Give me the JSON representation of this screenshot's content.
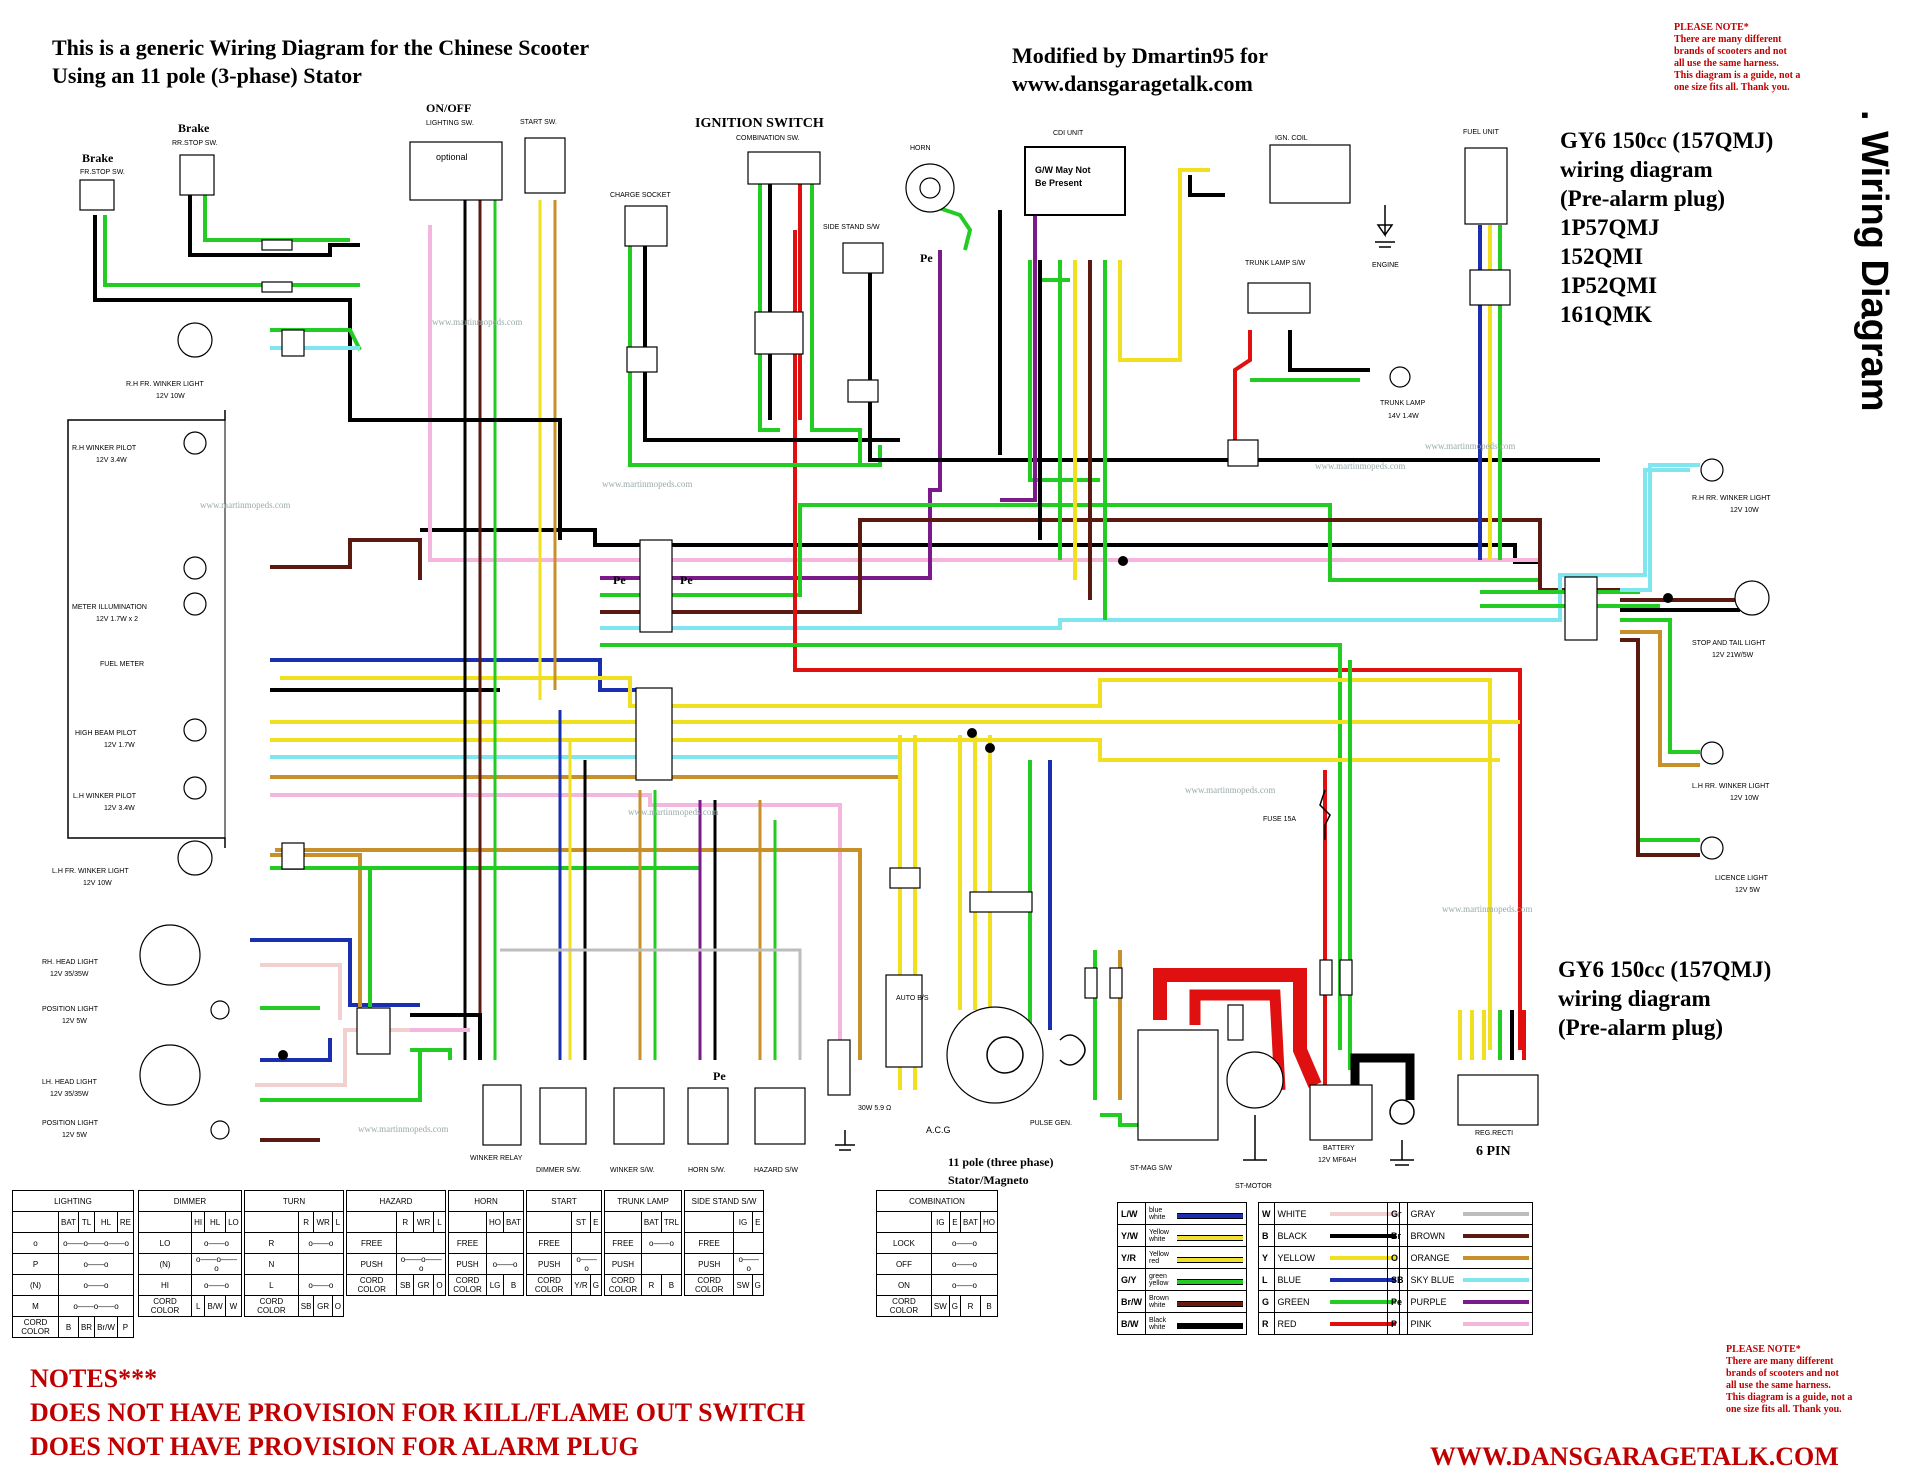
{
  "header": {
    "title_line1": "This is a generic Wiring Diagram for the Chinese Scooter",
    "title_line2": "Using an 11 pole (3-phase) Stator",
    "modified_line1": "Modified by Dmartin95 for",
    "modified_line2": "www.dansgaragetalk.com",
    "side_title": ". Wiring Diagram"
  },
  "note_top": {
    "title": "PLEASE NOTE*",
    "lines": [
      "There are many different",
      "brands of scooters and not",
      "all use the same harness.",
      "This diagram is a guide, not a",
      "one size fits all. Thank you."
    ]
  },
  "models": [
    "GY6 150cc (157QMJ)",
    "wiring diagram",
    "(Pre-alarm plug)",
    "1P57QMJ",
    "152QMI",
    "1P52QMI",
    "161QMK"
  ],
  "model_bottom": [
    "GY6 150cc (157QMJ)",
    "wiring diagram",
    "(Pre-alarm plug)"
  ],
  "notes_bottom": {
    "title": "NOTES***",
    "line1": "DOES NOT HAVE PROVISION FOR KILL/FLAME OUT SWITCH",
    "line2": "DOES NOT HAVE PROVISION FOR ALARM PLUG"
  },
  "footer_url": "WWW.DANSGARAGETALK.COM",
  "watermark": "www.martinmopeds.com",
  "components": {
    "brake_left": "Brake",
    "brake_left_sub": "FR.STOP SW.",
    "brake_right": "Brake",
    "brake_right_sub": "RR.STOP SW.",
    "onoff": "ON/OFF",
    "lighting_sw": "LIGHTING SW.",
    "optional": "optional",
    "start_sw": "START SW.",
    "ignition_switch": "IGNITION SWITCH",
    "combination_sw": "COMBINATION SW.",
    "charge_socket": "CHARGE SOCKET",
    "horn": "HORN",
    "side_stand": "SIDE STAND S/W",
    "cdi_unit": "CDI UNIT",
    "cdi_note1": "G/W May Not",
    "cdi_note2": "Be Present",
    "ign_coil": "IGN. COIL",
    "engine": "ENGINE",
    "fuel_unit": "FUEL UNIT",
    "trunk_lamp_sw": "TRUNK LAMP S/W",
    "trunk_lamp": "TRUNK LAMP",
    "trunk_lamp_rating": "14V 1.4W",
    "rh_fr_winker": "R.H FR. WINKER LIGHT",
    "rh_fr_winker_rating": "12V 10W",
    "rh_winker_pilot": "R.H WINKER PILOT",
    "rh_winker_pilot_rating": "12V 3.4W",
    "meter_illum": "METER ILLUMINATION",
    "meter_illum_rating": "12V 1.7W x 2",
    "fuel_meter": "FUEL METER",
    "high_beam": "HIGH BEAM PILOT",
    "high_beam_rating": "12V 1.7W",
    "lh_winker_pilot": "L.H WINKER PILOT",
    "lh_winker_pilot_rating": "12V 3.4W",
    "lh_fr_winker": "L.H FR. WINKER LIGHT",
    "lh_fr_winker_rating": "12V 10W",
    "rh_head": "RH. HEAD LIGHT",
    "rh_head_rating": "12V 35/35W",
    "position_light": "POSITION LIGHT",
    "position_light_rating": "12V 5W",
    "lh_head": "LH. HEAD LIGHT",
    "lh_head_rating": "12V 35/35W",
    "winker_relay": "WINKER RELAY",
    "dimmer_sw": "DIMMER S/W.",
    "winker_sw": "WINKER S/W.",
    "horn_sw": "HORN S/W.",
    "hazard_sw": "HAZARD S/W",
    "rh_rr_winker": "R.H RR. WINKER LIGHT",
    "rh_rr_winker_rating": "12V 10W",
    "stop_tail": "STOP AND TAIL LIGHT",
    "stop_tail_rating": "12V 21W/5W",
    "lh_rr_winker": "L.H RR. WINKER LIGHT",
    "lh_rr_winker_rating": "12V 10W",
    "licence": "LICENCE LIGHT",
    "licence_rating": "12V 5W",
    "fuse": "FUSE 15A",
    "auto_bs": "AUTO B/S",
    "resistor": "30W 5.9 Ω",
    "acg": "A.C.G",
    "stator1": "11 pole (three phase)",
    "stator2": "Stator/Magneto",
    "pulse_gen": "PULSE GEN.",
    "st_mag": "ST-MAG S/W",
    "st_motor": "ST-MOTOR",
    "battery": "BATTERY",
    "battery_rating": "12V MF6AH",
    "reg_recti": "REG.RECTI",
    "six_pin": "6 PIN",
    "pe": "Pe"
  },
  "tables": {
    "lighting": {
      "title": "LIGHTING",
      "cols": [
        "",
        "BAT",
        "TL",
        "HL",
        "RE"
      ],
      "rows": [
        "o",
        "P",
        "(N)",
        "M"
      ],
      "cord": [
        "CORD COLOR",
        "B",
        "BR",
        "Br/W",
        "P"
      ]
    },
    "dimmer": {
      "title": "DIMMER",
      "cols": [
        "",
        "HI",
        "HL",
        "LO"
      ],
      "rows": [
        "LO",
        "(N)",
        "HI"
      ],
      "cord": [
        "CORD COLOR",
        "L",
        "B/W",
        "W"
      ]
    },
    "turn": {
      "title": "TURN",
      "cols": [
        "",
        "R",
        "WR",
        "L"
      ],
      "rows": [
        "R",
        "N",
        "L"
      ],
      "cord": [
        "CORD COLOR",
        "SB",
        "GR",
        "O"
      ]
    },
    "hazard": {
      "title": "HAZARD",
      "cols": [
        "",
        "R",
        "WR",
        "L"
      ],
      "rows": [
        "FREE",
        "PUSH"
      ],
      "cord": [
        "CORD COLOR",
        "SB",
        "GR",
        "O"
      ]
    },
    "horn": {
      "title": "HORN",
      "cols": [
        "",
        "HO",
        "BAT"
      ],
      "rows": [
        "FREE",
        "PUSH"
      ],
      "cord": [
        "CORD COLOR",
        "LG",
        "B"
      ]
    },
    "start": {
      "title": "START",
      "cols": [
        "",
        "ST",
        "E"
      ],
      "rows": [
        "FREE",
        "PUSH"
      ],
      "cord": [
        "CORD COLOR",
        "Y/R",
        "G"
      ]
    },
    "trunk": {
      "title": "TRUNK LAMP",
      "cols": [
        "",
        "BAT",
        "TRL"
      ],
      "rows": [
        "FREE",
        "PUSH"
      ],
      "cord": [
        "CORD COLOR",
        "R",
        "B"
      ]
    },
    "side_stand": {
      "title": "SIDE STAND S/W",
      "cols": [
        "",
        "IG",
        "E"
      ],
      "rows": [
        "FREE",
        "PUSH"
      ],
      "cord": [
        "CORD COLOR",
        "SW",
        "G"
      ]
    },
    "combination": {
      "title": "COMBINATION",
      "cols": [
        "",
        "IG",
        "E",
        "BAT",
        "HO"
      ],
      "rows": [
        "LOCK",
        "OFF",
        "ON"
      ],
      "cord": [
        "CORD COLOR",
        "SW",
        "G",
        "R",
        "B"
      ]
    }
  },
  "legend": [
    {
      "code": "L/W",
      "name": "blue white",
      "color": "#1a2fb0",
      "color2": "#ffffff"
    },
    {
      "code": "Y/W",
      "name": "Yellow white",
      "color": "#f0e030",
      "color2": "#ffffff"
    },
    {
      "code": "Y/R",
      "name": "Yellow red",
      "color": "#f0e030",
      "color2": "#e02020"
    },
    {
      "code": "G/Y",
      "name": "green yellow",
      "color": "#22cc22",
      "color2": "#f0e030"
    },
    {
      "code": "Br/W",
      "name": "Brown white",
      "color": "#6b1a10",
      "color2": "#ffffff"
    },
    {
      "code": "B/W",
      "name": "Black white",
      "color": "#000000",
      "color2": "#ffffff"
    }
  ],
  "legend2": [
    {
      "code": "W",
      "name": "WHITE",
      "color": "#f2d0d0"
    },
    {
      "code": "B",
      "name": "BLACK",
      "color": "#000000"
    },
    {
      "code": "Y",
      "name": "YELLOW",
      "color": "#f0e020"
    },
    {
      "code": "L",
      "name": "BLUE",
      "color": "#1a2fb0"
    },
    {
      "code": "G",
      "name": "GREEN",
      "color": "#22cc22"
    },
    {
      "code": "R",
      "name": "RED",
      "color": "#e01010"
    }
  ],
  "legend3": [
    {
      "code": "Gr",
      "name": "GRAY",
      "color": "#bdbdbd"
    },
    {
      "code": "Br",
      "name": "BROWN",
      "color": "#5a1a10"
    },
    {
      "code": "O",
      "name": "ORANGE",
      "color": "#c8902a"
    },
    {
      "code": "SB",
      "name": "SKY BLUE",
      "color": "#7fe6f0"
    },
    {
      "code": "Pe",
      "name": "PURPLE",
      "color": "#7b1a8a"
    },
    {
      "code": "P",
      "name": "PINK",
      "color": "#f4b6de"
    }
  ],
  "wire_colors": {
    "green": "#22cc22",
    "black": "#000000",
    "red": "#e01010",
    "yellow": "#f0e020",
    "blue": "#1a2fb0",
    "skyblue": "#7fe6f0",
    "brown": "#5a1a10",
    "orange": "#c8902a",
    "purple": "#7b1a8a",
    "pink": "#f4b6de",
    "gray": "#bdbdbd"
  }
}
